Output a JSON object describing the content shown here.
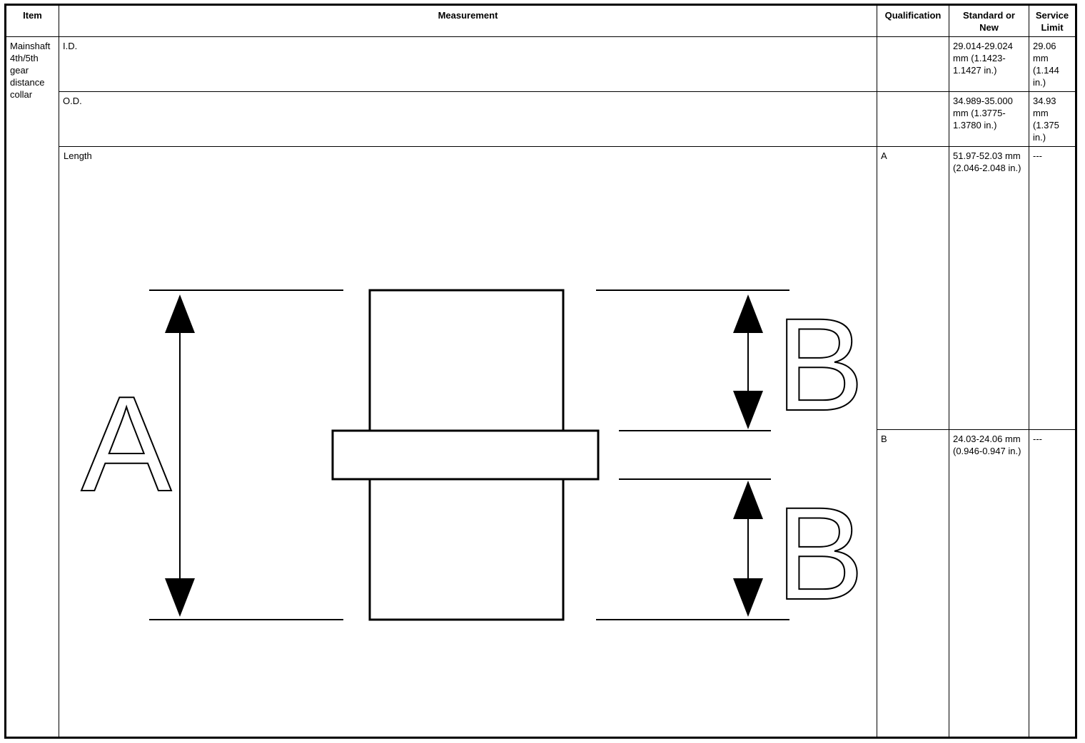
{
  "table": {
    "headers": {
      "item": "Item",
      "measurement": "Measurement",
      "qualification": "Qualification",
      "standard": "Standard or New",
      "service": "Service Limit"
    },
    "item": "Mainshaft 4th/5th gear distance collar",
    "rows": [
      {
        "measurement": "I.D.",
        "qualification": "",
        "standard": "29.014-29.024 mm (1.1423-1.1427 in.)",
        "service": "29.06 mm (1.144 in.)"
      },
      {
        "measurement": "O.D.",
        "qualification": "",
        "standard": "34.989-35.000 mm (1.3775-1.3780 in.)",
        "service": "34.93 mm (1.375 in.)"
      },
      {
        "measurement": "Length",
        "qualification": "A",
        "standard": "51.97-52.03 mm (2.046-2.048 in.)",
        "service": "---"
      },
      {
        "measurement": "",
        "qualification": "B",
        "standard": "24.03-24.06 mm (0.946-0.947 in.)",
        "service": "---"
      }
    ]
  },
  "diagram": {
    "label_a": "A",
    "label_b_top": "B",
    "label_b_bottom": "B"
  }
}
